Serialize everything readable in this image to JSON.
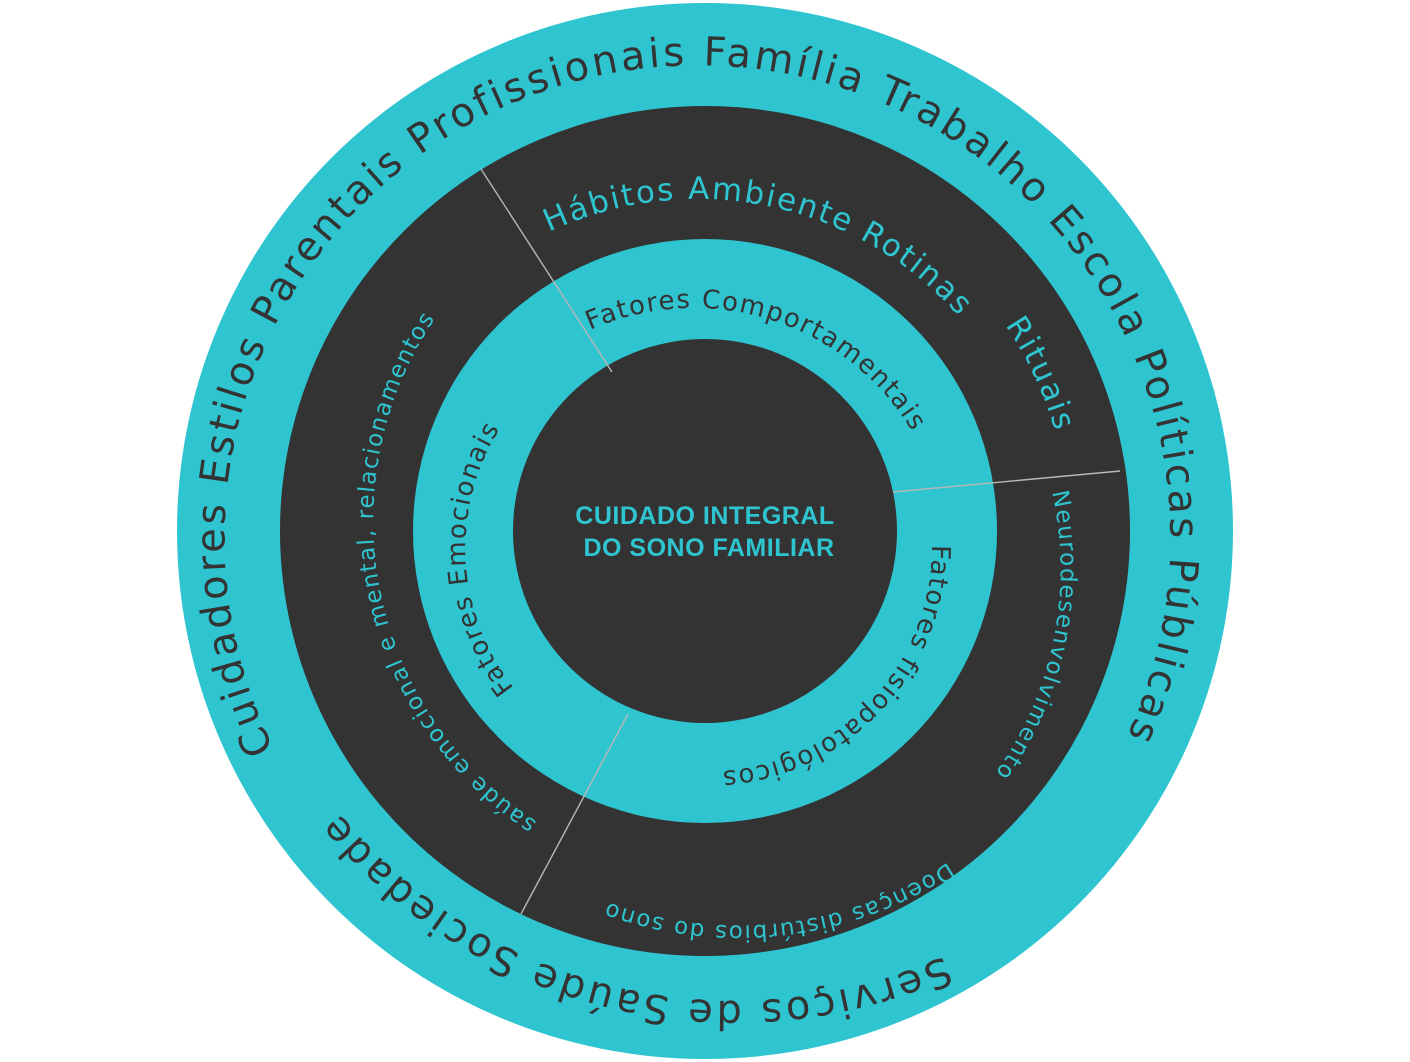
{
  "center": {
    "line1": "CUIDADO INTEGRAL",
    "line2": "DO SONO FAMILIAR"
  },
  "ring_inner": {
    "emocionais": "Fatores Emocionais",
    "comportamentais": "Fatores Comportamentais",
    "fisiopatologicos": "Fatores fisiopatológicos"
  },
  "ring_middle": {
    "habitos_top": "Hábitos  Ambiente  Rotinas",
    "rituais": "Rituais",
    "saude_mental": "saúde emocional e mental, relacionamentos",
    "neuro": "Neurodesenvolvimento",
    "doencas": "Doenças  distúrbios do sono"
  },
  "ring_outer": {
    "top": "Cuidadores  Estilos Parentais  Profissionais  Família  Trabalho  Escola  Políticas Públicas",
    "bottom": "Serviços de Saúde  Sociedade"
  },
  "colors": {
    "teal": "#2fc5d0",
    "dark": "#333333",
    "divider": "#b8b8b8",
    "background": "#ffffff"
  }
}
